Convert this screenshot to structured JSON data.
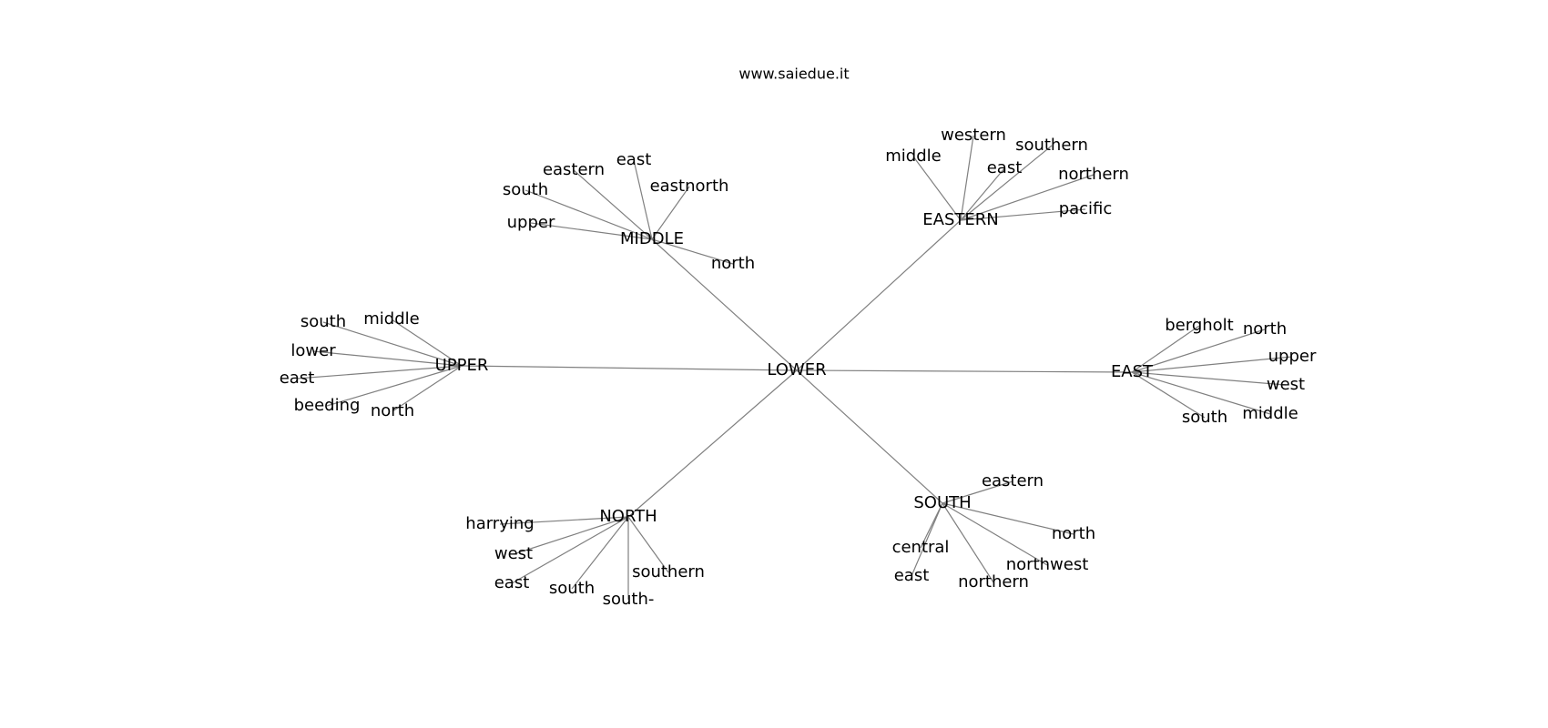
{
  "watermark": "www.saiedue.it",
  "graph": {
    "center": "LOWER",
    "hubs": [
      {
        "label": "MIDDLE",
        "leaves": [
          "eastern",
          "east",
          "eastnorth",
          "south",
          "upper",
          "north"
        ]
      },
      {
        "label": "EASTERN",
        "leaves": [
          "middle",
          "western",
          "southern",
          "east",
          "northern",
          "pacific"
        ]
      },
      {
        "label": "UPPER",
        "leaves": [
          "south",
          "middle",
          "lower",
          "east",
          "beeding",
          "north"
        ]
      },
      {
        "label": "EAST",
        "leaves": [
          "bergholt",
          "north",
          "upper",
          "west",
          "middle",
          "south"
        ]
      },
      {
        "label": "NORTH",
        "leaves": [
          "harrying",
          "west",
          "east",
          "south",
          "south-",
          "southern"
        ]
      },
      {
        "label": "SOUTH",
        "leaves": [
          "eastern",
          "north",
          "northwest",
          "northern",
          "central",
          "east"
        ]
      }
    ]
  }
}
